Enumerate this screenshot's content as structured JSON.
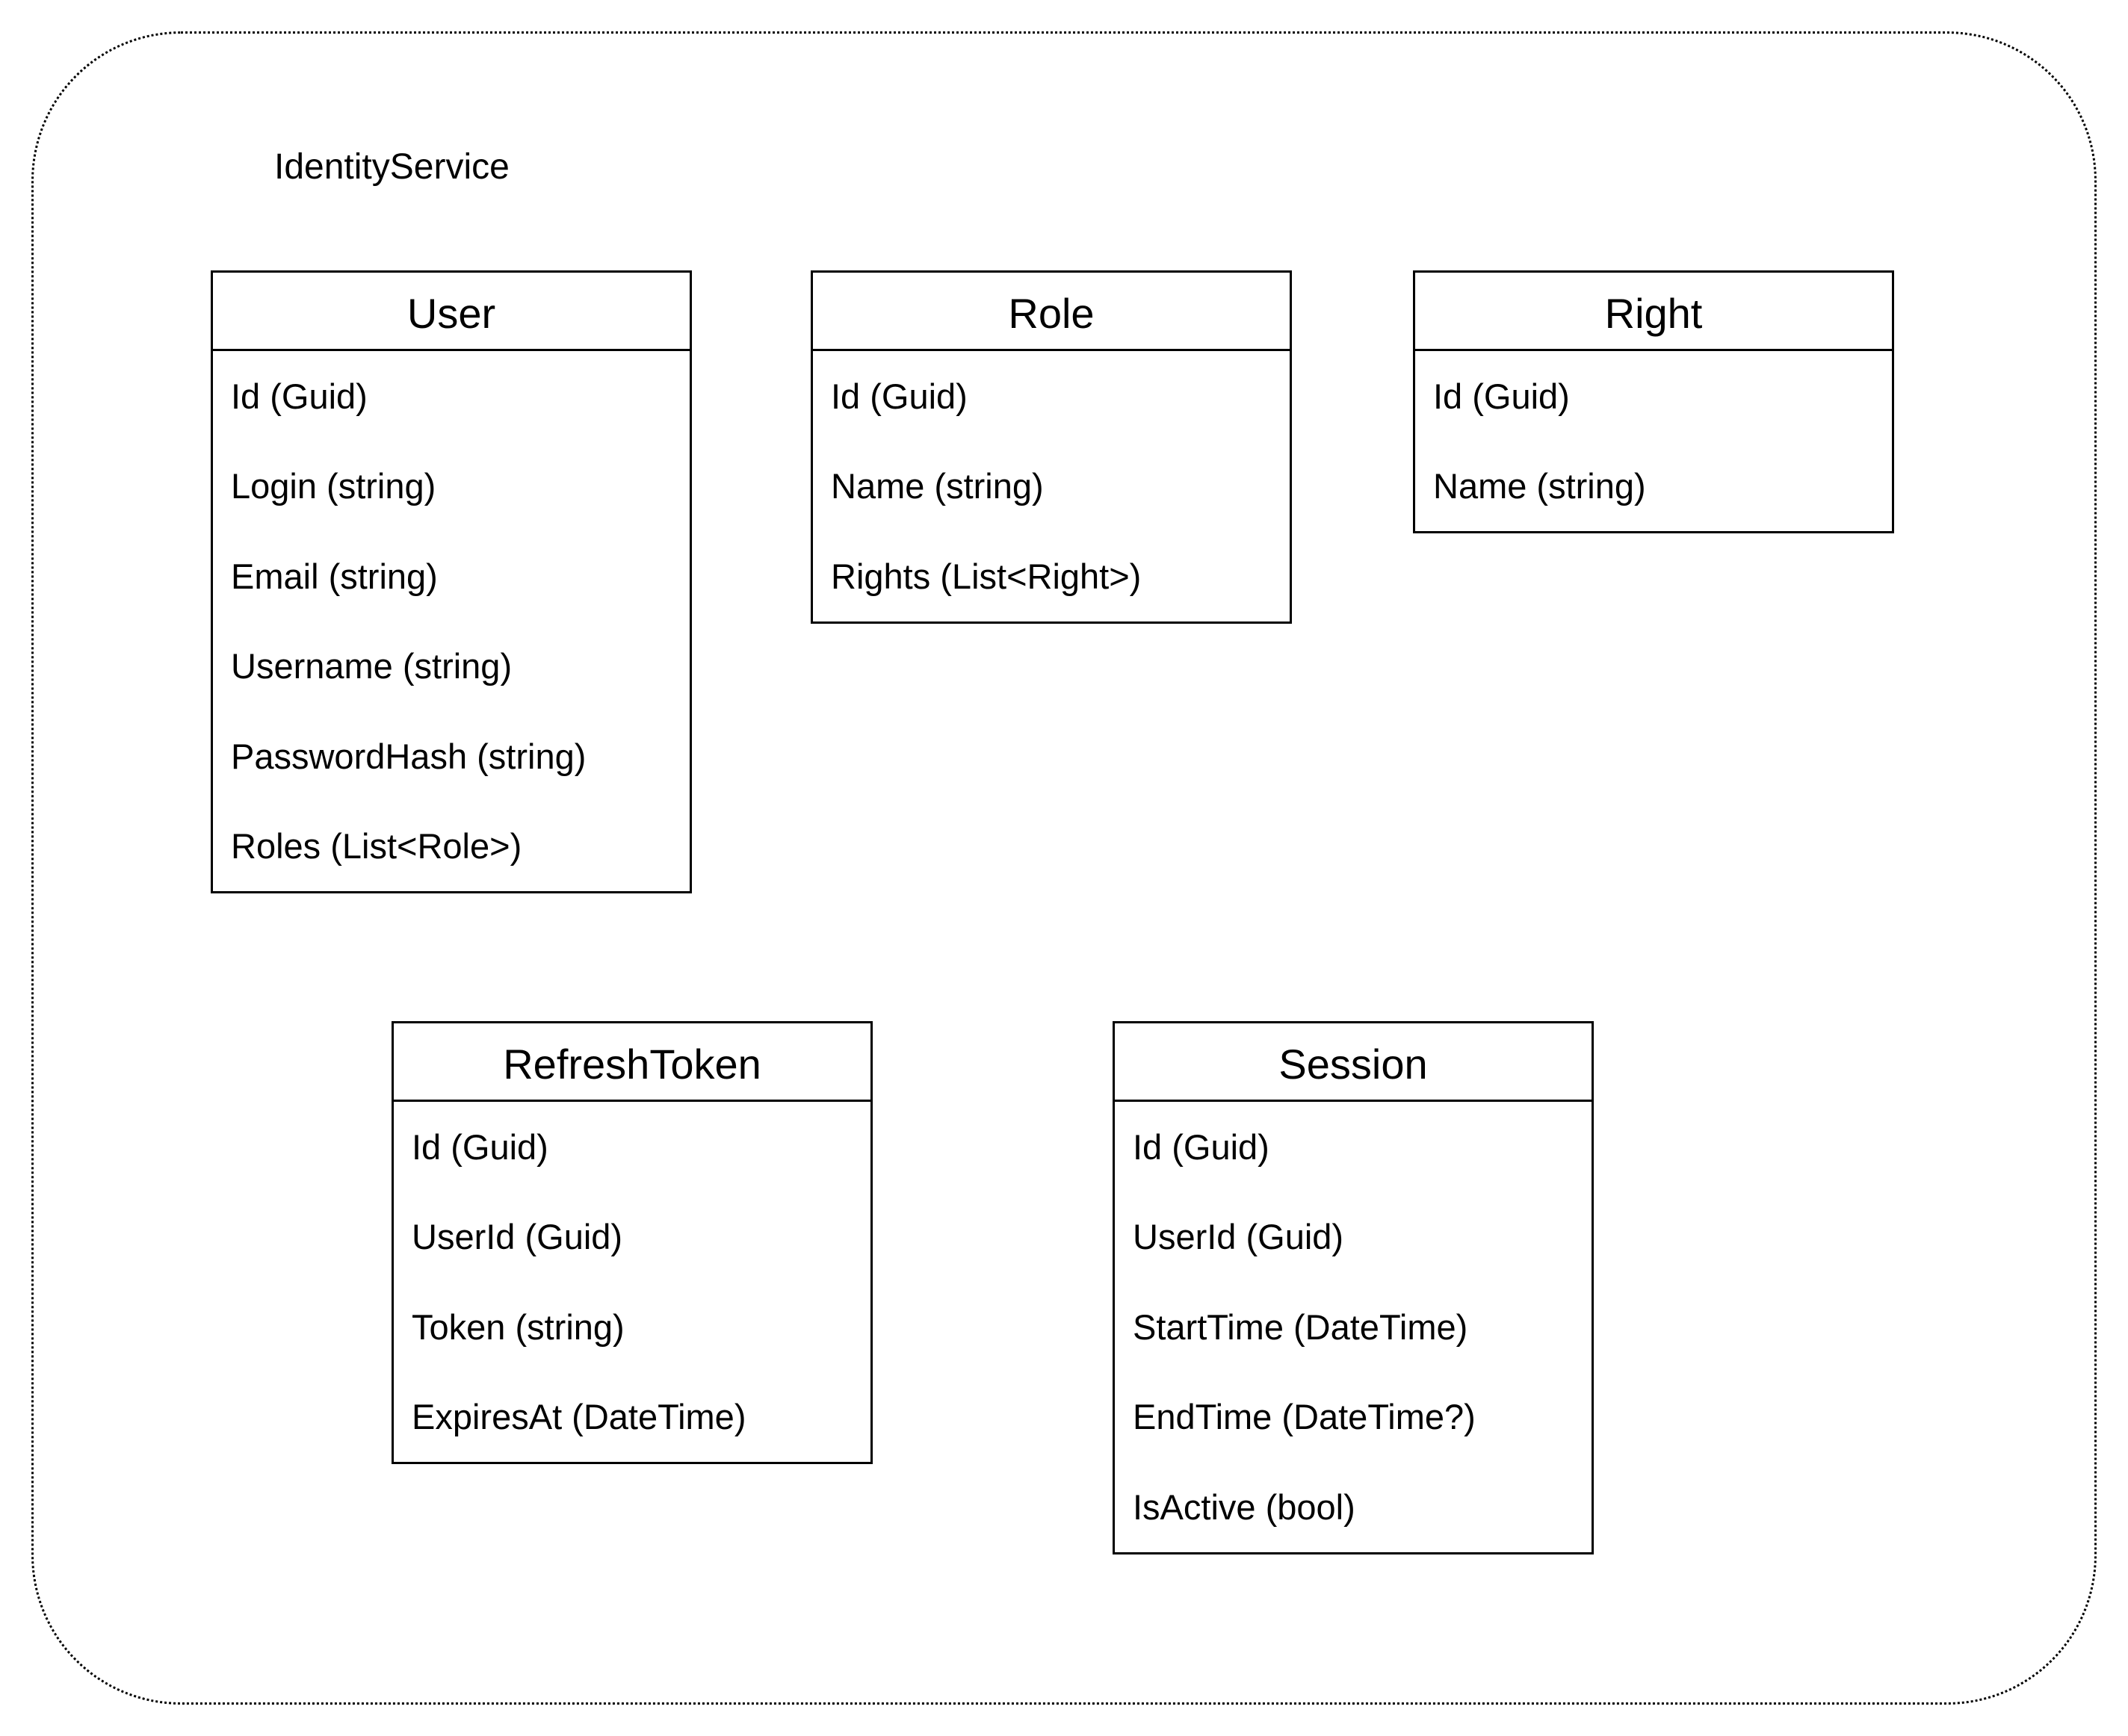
{
  "container": {
    "label": "IdentityService"
  },
  "entities": {
    "user": {
      "title": "User",
      "fields": [
        "Id (Guid)",
        "Login (string)",
        "Email (string)",
        "Username (string)",
        "PasswordHash (string)",
        "Roles (List<Role>)"
      ]
    },
    "role": {
      "title": "Role",
      "fields": [
        "Id (Guid)",
        "Name (string)",
        "Rights (List<Right>)"
      ]
    },
    "right": {
      "title": "Right",
      "fields": [
        "Id (Guid)",
        "Name (string)"
      ]
    },
    "refreshtoken": {
      "title": "RefreshToken",
      "fields": [
        "Id (Guid)",
        "UserId (Guid)",
        "Token (string)",
        "ExpiresAt (DateTime)"
      ]
    },
    "session": {
      "title": "Session",
      "fields": [
        "Id (Guid)",
        "UserId (Guid)",
        "StartTime (DateTime)",
        "EndTime (DateTime?)",
        "IsActive (bool)"
      ]
    }
  }
}
